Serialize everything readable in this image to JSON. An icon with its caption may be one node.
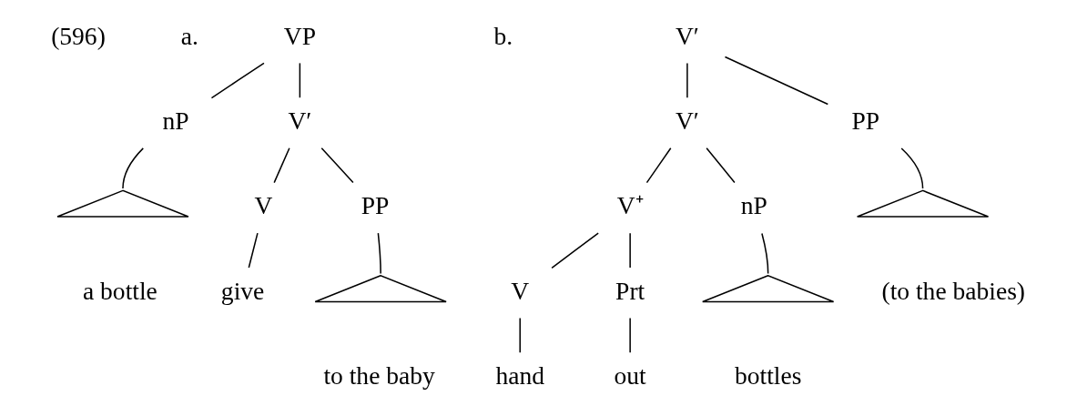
{
  "diagram": {
    "nodes": [
      {
        "text": [
          "VP"
        ]
      },
      {
        "text": [
          "nP"
        ]
      },
      {
        "text": [
          "V′"
        ]
      },
      {
        "text": [],
        "shape": "triangle",
        "beside": [
          "a bottle"
        ]
      },
      {
        "text": [
          "V"
        ]
      },
      {
        "text": [
          "PP"
        ]
      },
      {
        "text": [
          "give"
        ]
      },
      {
        "text": [],
        "shape": "triangle",
        "beside": [
          "to the baby"
        ]
      },
      {
        "text": [
          "V′"
        ]
      },
      {
        "text": [
          "V′"
        ]
      },
      {
        "text": [
          "PP"
        ]
      },
      {
        "text": [
          "V⁺"
        ]
      },
      {
        "text": [
          "nP"
        ]
      },
      {
        "text": [],
        "shape": "triangle",
        "beside": [
          "(to the babies)"
        ]
      },
      {
        "text": [
          "V"
        ]
      },
      {
        "text": [
          "Prt"
        ]
      },
      {
        "text": [],
        "shape": "triangle",
        "beside": [
          "bottles"
        ]
      },
      {
        "text": [
          "hand"
        ]
      },
      {
        "text": [
          "out"
        ]
      }
    ],
    "edges": [
      {
        "from": 0,
        "to": 1,
        "arrow": "none"
      },
      {
        "from": 0,
        "to": 2,
        "arrow": "none"
      },
      {
        "from": 1,
        "to": 3,
        "arrow": "none"
      },
      {
        "from": 2,
        "to": 4,
        "arrow": "none"
      },
      {
        "from": 2,
        "to": 5,
        "arrow": "none"
      },
      {
        "from": 4,
        "to": 6,
        "arrow": "none"
      },
      {
        "from": 5,
        "to": 7,
        "arrow": "none"
      },
      {
        "from": 8,
        "to": 9,
        "arrow": "none"
      },
      {
        "from": 8,
        "to": 10,
        "arrow": "none"
      },
      {
        "from": 9,
        "to": 11,
        "arrow": "none"
      },
      {
        "from": 9,
        "to": 12,
        "arrow": "none"
      },
      {
        "from": 10,
        "to": 13,
        "arrow": "none"
      },
      {
        "from": 11,
        "to": 14,
        "arrow": "none"
      },
      {
        "from": 11,
        "to": 15,
        "arrow": "none"
      },
      {
        "from": 12,
        "to": 16,
        "arrow": "none"
      },
      {
        "from": 14,
        "to": 17,
        "arrow": "none"
      },
      {
        "from": 15,
        "to": 18,
        "arrow": "none"
      }
    ],
    "labels": [
      "(596)",
      "a.",
      "b."
    ]
  }
}
